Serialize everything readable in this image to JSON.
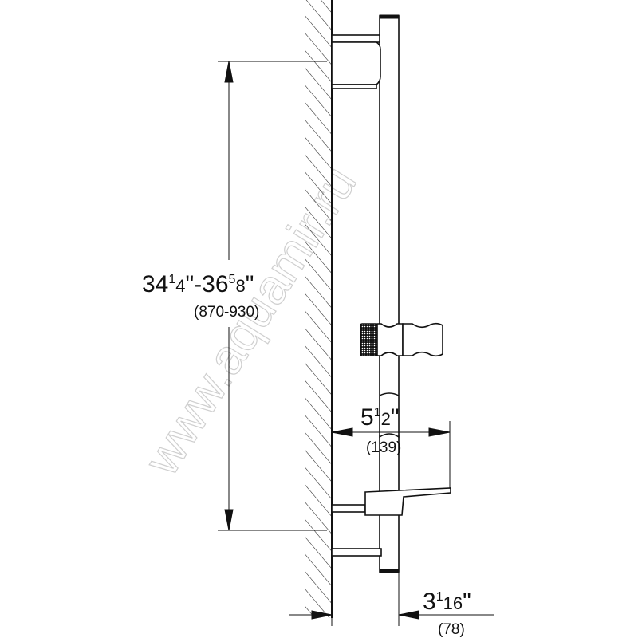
{
  "diagram": {
    "type": "technical-drawing",
    "subject": "shower rail with sliding hand-shower holder and soap dish (side view)",
    "colors": {
      "line": "#111111",
      "background": "#ffffff",
      "watermark": "#cfcfcf"
    }
  },
  "dimensions": {
    "height": {
      "whole_a": "34",
      "frac_a_num": "1",
      "frac_a_den": "4",
      "sep": "\"-",
      "whole_b": "36",
      "frac_b_num": "5",
      "frac_b_den": "8",
      "close": "\"",
      "metric": "(870-930)"
    },
    "holder_projection": {
      "whole": "5",
      "frac_num": "1",
      "frac_den": "2",
      "unit": "\"",
      "metric": "(139)"
    },
    "rail_offset": {
      "whole": "3",
      "frac_num": "1",
      "frac_den": "16",
      "unit": "\"",
      "metric": "(78)"
    }
  },
  "watermark": {
    "text": "www.aquamir.ru"
  }
}
